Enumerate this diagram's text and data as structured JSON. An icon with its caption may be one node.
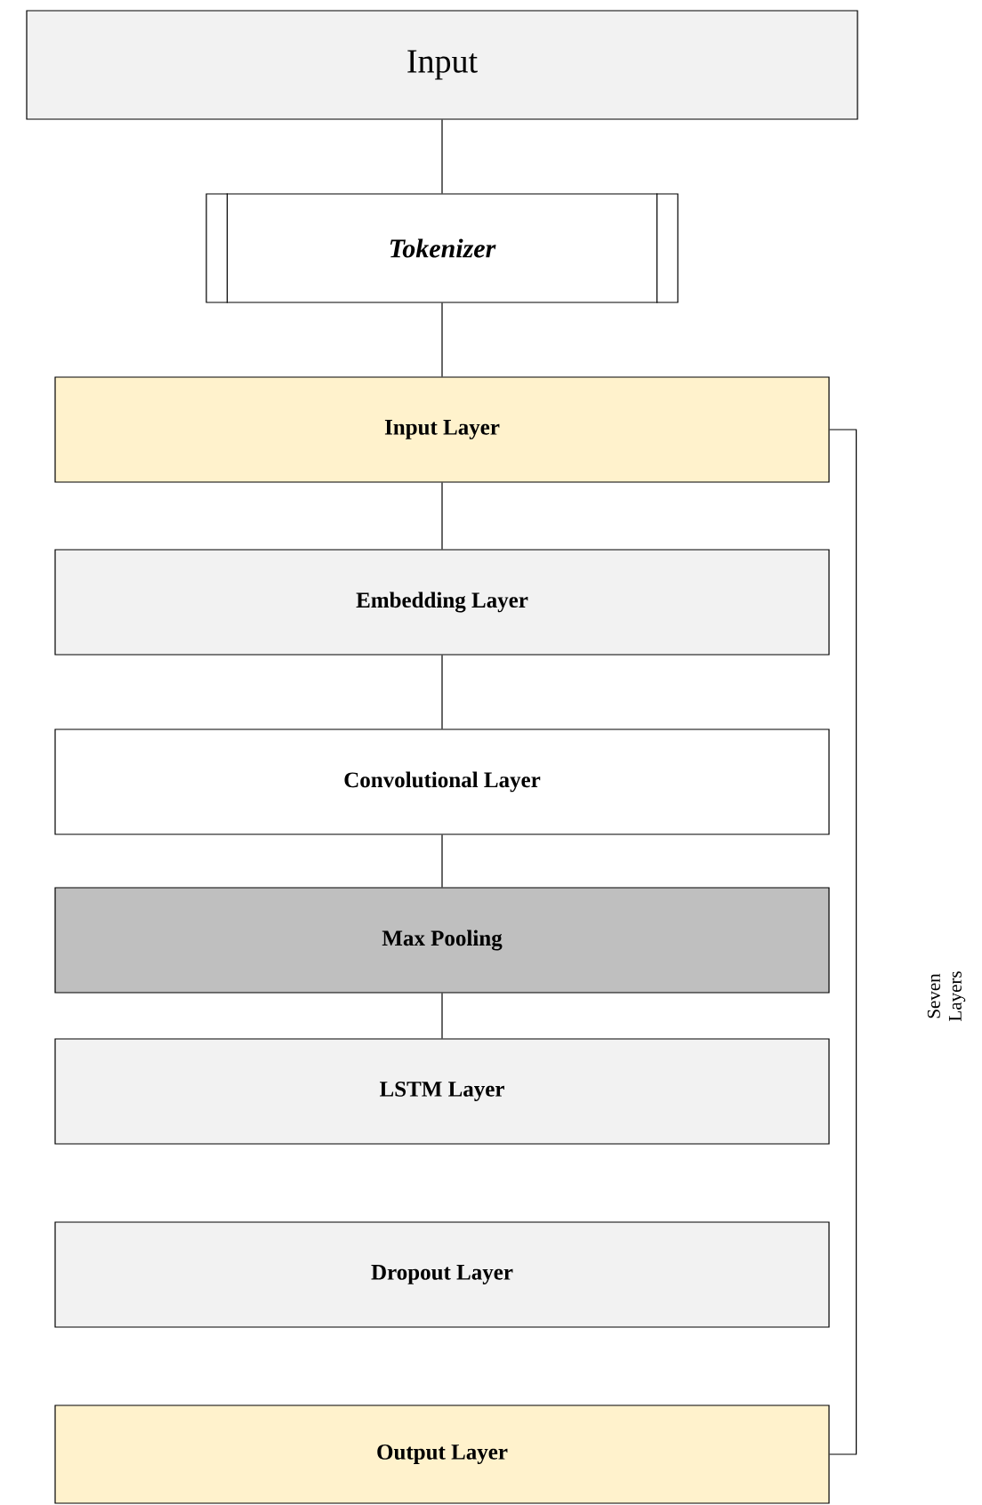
{
  "diagram": {
    "nodes": [
      {
        "text": [
          "Input"
        ]
      },
      {
        "text": [
          "Tokenizer"
        ]
      },
      {
        "text": [
          "Input Layer"
        ]
      },
      {
        "text": [
          "Embedding Layer"
        ]
      },
      {
        "text": [
          "Convolutional Layer"
        ]
      },
      {
        "text": [
          "Max Pooling"
        ]
      },
      {
        "text": [
          "LSTM Layer"
        ]
      },
      {
        "text": [
          "Dropout Layer"
        ]
      },
      {
        "text": [
          "Output Layer"
        ]
      }
    ],
    "edges": [
      {
        "from": 0,
        "to": 1,
        "arrow": "none"
      },
      {
        "from": 1,
        "to": 2,
        "arrow": "none"
      },
      {
        "from": 2,
        "to": 3,
        "arrow": "none"
      },
      {
        "from": 3,
        "to": 4,
        "arrow": "none"
      },
      {
        "from": 4,
        "to": 5,
        "arrow": "none"
      },
      {
        "from": 5,
        "to": 6,
        "arrow": "none"
      }
    ],
    "labels": [
      "Seven Layers"
    ]
  }
}
